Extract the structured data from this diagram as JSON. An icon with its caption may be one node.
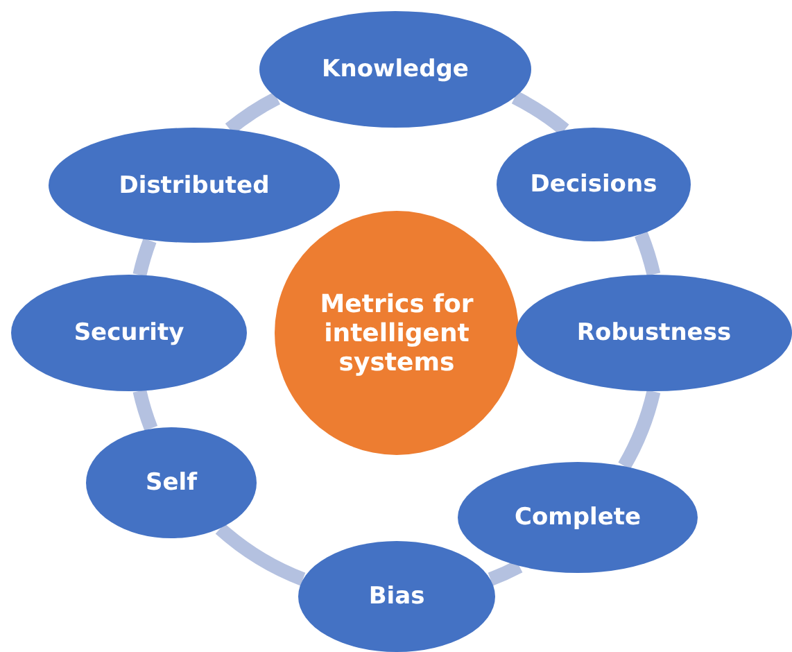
{
  "diagram": {
    "nodes": [
      {
        "text": [
          "Metrics for intelligent systems"
        ]
      },
      {
        "text": [
          "Knowledge"
        ]
      },
      {
        "text": [
          "Decisions"
        ]
      },
      {
        "text": [
          "Robustness"
        ]
      },
      {
        "text": [
          "Complete"
        ]
      },
      {
        "text": [
          "Bias"
        ]
      },
      {
        "text": [
          "Self"
        ]
      },
      {
        "text": [
          "Security"
        ]
      },
      {
        "text": [
          "Distributed"
        ]
      }
    ],
    "edges": [
      {
        "from": 1,
        "to": 2,
        "arrow": "none"
      },
      {
        "from": 2,
        "to": 3,
        "arrow": "none"
      },
      {
        "from": 3,
        "to": 4,
        "arrow": "none"
      },
      {
        "from": 4,
        "to": 5,
        "arrow": "none"
      },
      {
        "from": 5,
        "to": 6,
        "arrow": "none"
      },
      {
        "from": 6,
        "to": 7,
        "arrow": "none"
      },
      {
        "from": 7,
        "to": 8,
        "arrow": "none"
      },
      {
        "from": 8,
        "to": 1,
        "arrow": "none"
      }
    ]
  }
}
